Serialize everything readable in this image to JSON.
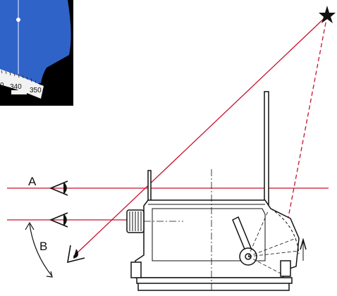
{
  "inset": {
    "scale_labels": [
      "0",
      "340",
      "350"
    ],
    "colors": {
      "background": "#000000",
      "field": "#2f63c7",
      "scale": "#f2f2f2"
    }
  },
  "labels": {
    "a": "A",
    "b": "B"
  },
  "icons": {
    "star": "star-icon",
    "eye_a": "eye-icon",
    "eye_lower": "eye-icon",
    "eye_b": "eye-icon"
  },
  "colors": {
    "sight_line": "#c8102e",
    "ink": "#111111"
  }
}
